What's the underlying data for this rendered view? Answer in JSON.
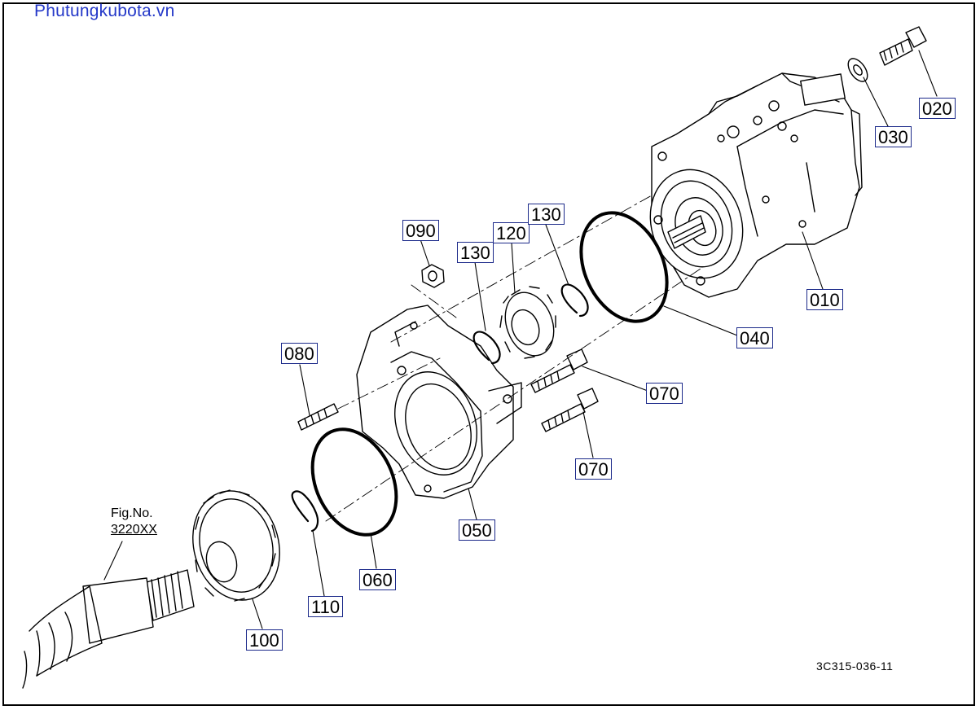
{
  "watermark": "Phutungkubota.vn",
  "figure_ref": {
    "line1": "Fig.No.",
    "line2": "3220XX"
  },
  "document_id": "3C315-036-11",
  "callouts": {
    "c010": "010",
    "c020": "020",
    "c030": "030",
    "c040": "040",
    "c050": "050",
    "c060": "060",
    "c070a": "070",
    "c070b": "070",
    "c080": "080",
    "c090": "090",
    "c100": "100",
    "c110": "110",
    "c120": "120",
    "c130a": "130",
    "c130b": "130"
  }
}
